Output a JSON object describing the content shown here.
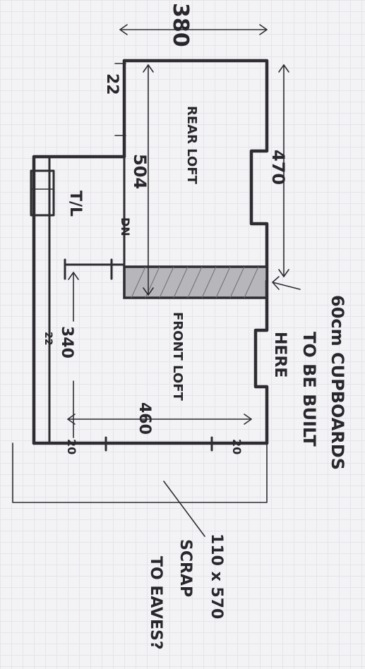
{
  "labels": {
    "top_width": "380",
    "rear_width": "470",
    "rear_depth": "504",
    "small_left": "22",
    "rear_loft": "REAR LOFT",
    "dn": "DN",
    "landing": "T/L",
    "front_loft": "FRONT LOFT",
    "front_depth": "340",
    "front_small": "22",
    "front_width": "460",
    "joist_left": "20",
    "joist_right": "20",
    "cupboards_note_1": "60cm CUPBOARDS",
    "cupboards_note_2": "TO BE BUILT",
    "cupboards_note_3": "HERE",
    "scrap_note_1": "110 x 570",
    "scrap_note_2": "SCRAP",
    "scrap_note_3": "TO EAVES?"
  }
}
